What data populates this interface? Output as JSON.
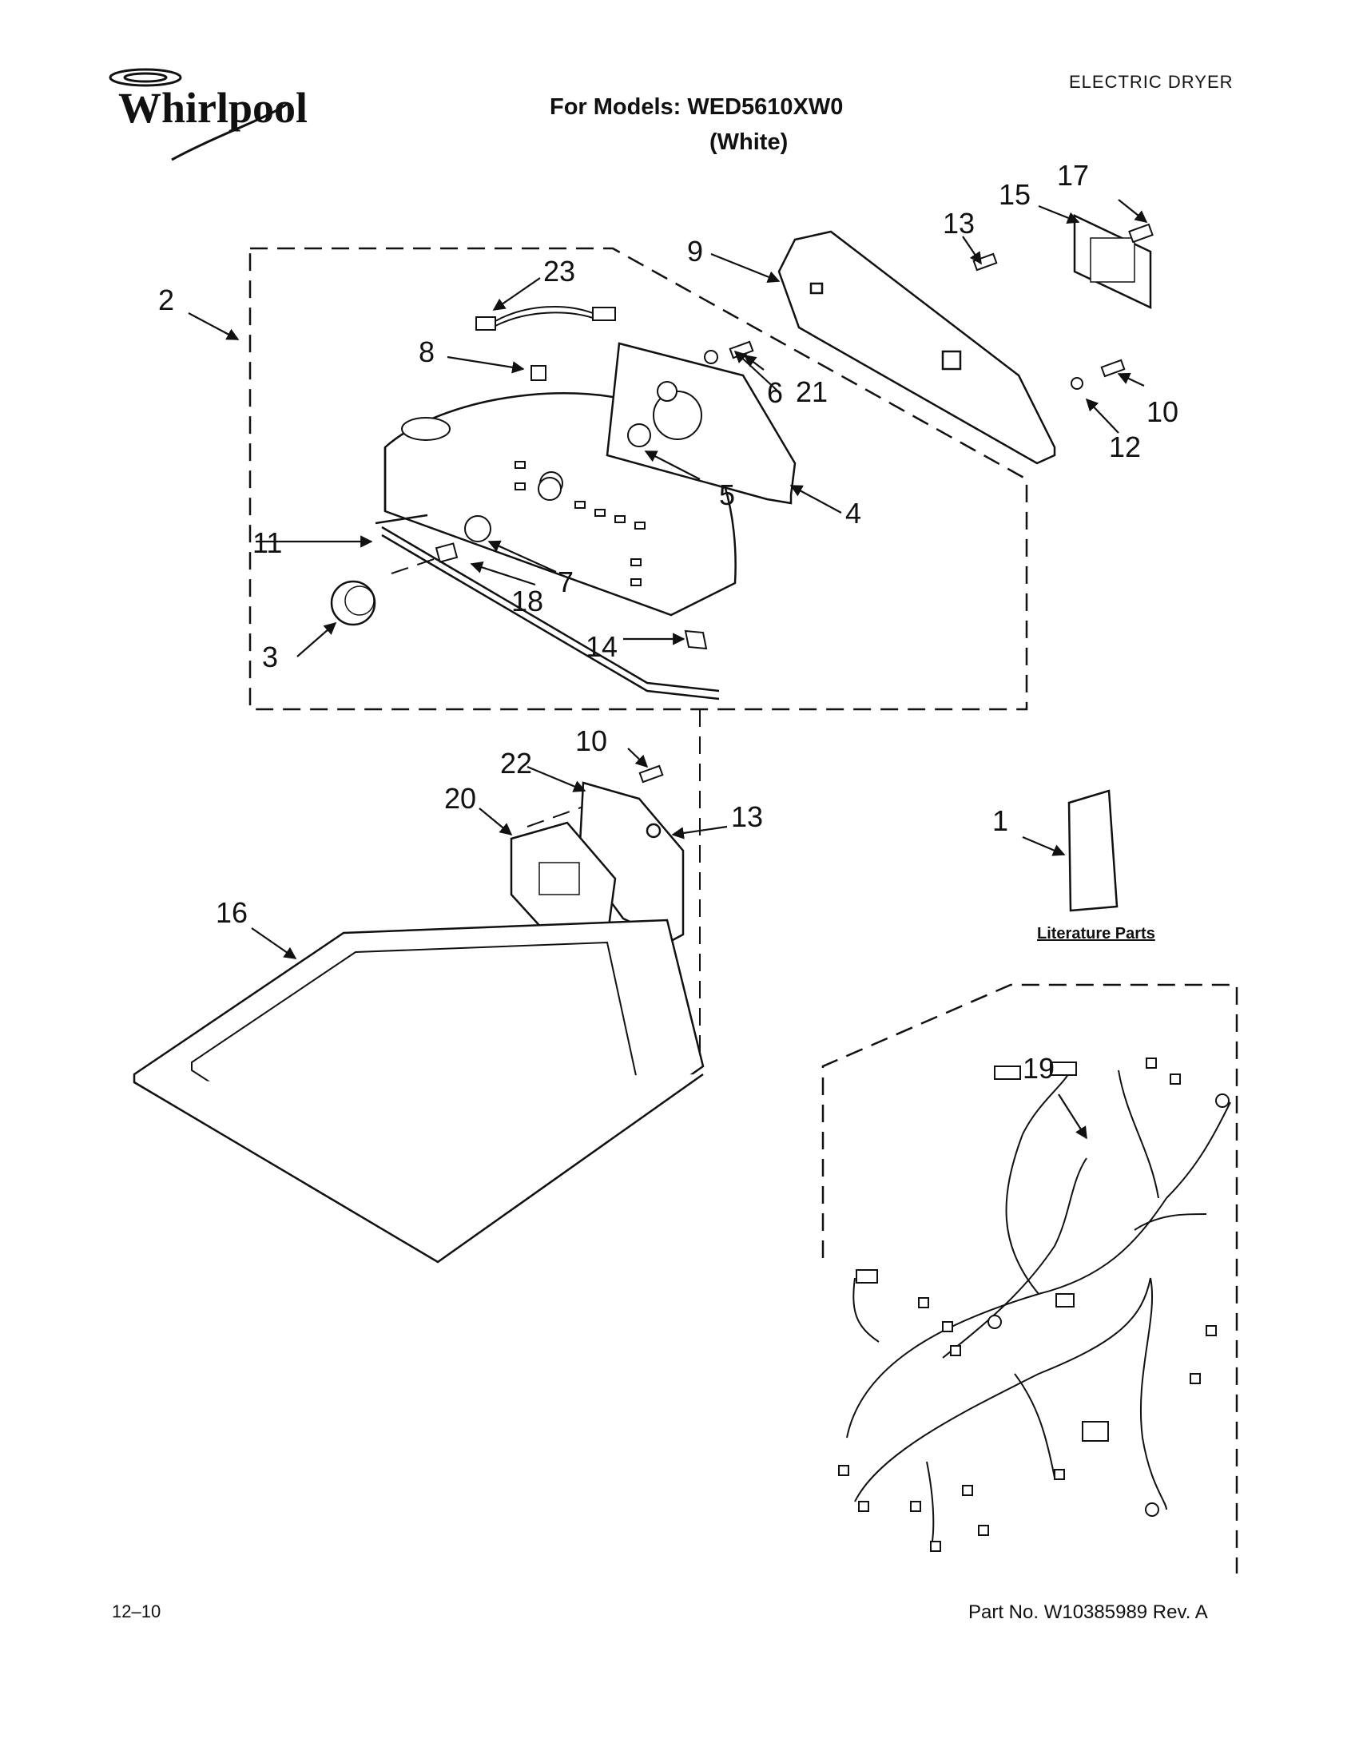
{
  "header": {
    "brand": "Whirlpool",
    "category": "ELECTRIC DRYER",
    "models_line": "For Models: WED5610XW0",
    "color_line": "(White)"
  },
  "footer": {
    "date": "12–10",
    "part_number": "Part No. W10385989 Rev. A"
  },
  "literature_label": "Literature Parts",
  "callouts": {
    "c1": "1",
    "c2": "2",
    "c3": "3",
    "c4": "4",
    "c5": "5",
    "c6": "6",
    "c7": "7",
    "c8": "8",
    "c9": "9",
    "c10a": "10",
    "c10b": "10",
    "c11": "11",
    "c12": "12",
    "c13a": "13",
    "c13b": "13",
    "c14": "14",
    "c15": "15",
    "c16": "16",
    "c17": "17",
    "c18": "18",
    "c19": "19",
    "c20": "20",
    "c21": "21",
    "c22": "22",
    "c23": "23"
  }
}
